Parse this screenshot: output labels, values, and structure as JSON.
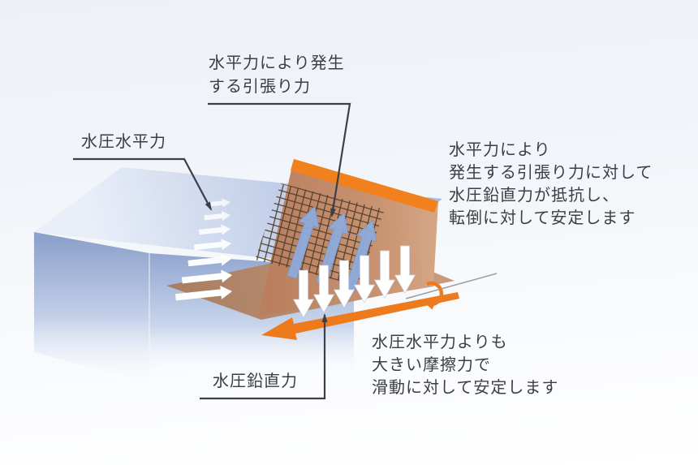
{
  "labels": {
    "tension": {
      "lines": [
        "水平力により発生",
        "する引張り力"
      ]
    },
    "horizontal_force": "水圧水平力",
    "vertical_force": "水圧鉛直力"
  },
  "annotations": {
    "overturning": {
      "lines": [
        "水平力により",
        "発生する引張り力に対して",
        "水圧鉛直力が抵抗し、",
        "転倒に対して安定します"
      ]
    },
    "sliding": {
      "lines": [
        "水圧水平力よりも",
        "大きい摩擦力で",
        "滑動に対して安定します"
      ]
    }
  },
  "figure": {
    "description": "3D diagram of water pressure acting on an inclined reinforced membrane",
    "horizontal_pressure_arrow_count": 7,
    "vertical_pressure_arrow_count": 6,
    "tension_arrow_count": 3,
    "friction_arrow_direction": "left",
    "rotation_symbol": "counterclockwise-arc"
  },
  "colors": {
    "background": "#eff3f7",
    "text": "#3a3e45",
    "leader_line": "#3c4046",
    "water_blue": "#8fa3cc",
    "water_light": "#e9eef8",
    "membrane_tan": "#c08a66",
    "membrane_top_band_orange": "#f2811d",
    "mesh_brown": "#52402f",
    "tension_arrow_blue": "#8fabdb",
    "pressure_arrow_white": "#ffffff",
    "friction_arrow_orange": "#ee7a1e",
    "floor_brown": "#b5896c",
    "ground_line_gray": "#9aa0a8"
  }
}
